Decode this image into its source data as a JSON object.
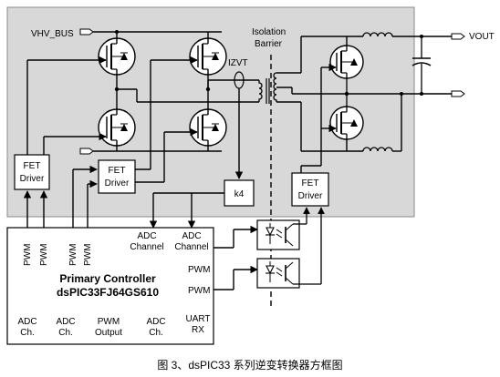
{
  "labels": {
    "vhv_bus": "VHV_BUS",
    "vout": "VOUT",
    "izvt": "IZVT",
    "isolation_line1": "Isolation",
    "isolation_line2": "Barrier",
    "k4": "k4",
    "fet_driver_line1": "FET",
    "fet_driver_line2": "Driver",
    "adc_channel_line1": "ADC",
    "adc_channel_line2": "Channel",
    "pwm": "PWM",
    "controller_title_line1": "Primary Controller",
    "controller_title_line2": "dsPIC33FJ64GS610",
    "bottom_adc_line1": "ADC",
    "bottom_adc_line2": "Ch.",
    "bottom_pwm_line1": "PWM",
    "bottom_pwm_line2": "Output",
    "uart_line1": "UART",
    "uart_line2": "RX",
    "caption": "图 3、dsPIC33 系列逆变转换器方框图"
  },
  "colors": {
    "panel_fill": "#d8d8d8",
    "panel_stroke": "#8a8a8a",
    "line": "#000000",
    "box_fill": "#ffffff"
  }
}
